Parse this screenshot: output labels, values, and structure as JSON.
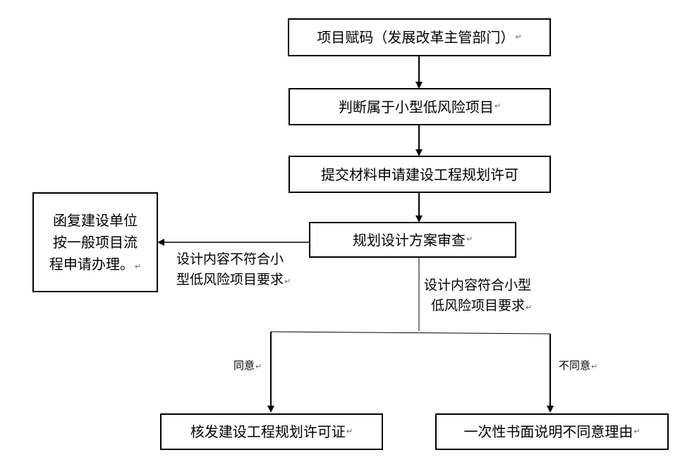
{
  "nodes": {
    "assign_code": "项目赋码（发展改革主管部门）",
    "judge": "判断属于小型低风险项目",
    "submit": "提交材料申请建设工程规划许可",
    "review": "规划设计方案审查",
    "reply": [
      "函复建设单位",
      "按一般项目流",
      "程申请办理。"
    ],
    "issue": "核发建设工程规划许可证",
    "explain": "一次性书面说明不同意理由"
  },
  "labels": {
    "not_match": [
      "设计内容不符合小",
      "型低风险项目要求"
    ],
    "match": [
      "设计内容符合小型",
      "低风险项目要求"
    ],
    "agree": "同意",
    "disagree": "不同意"
  },
  "para_mark": "↵"
}
